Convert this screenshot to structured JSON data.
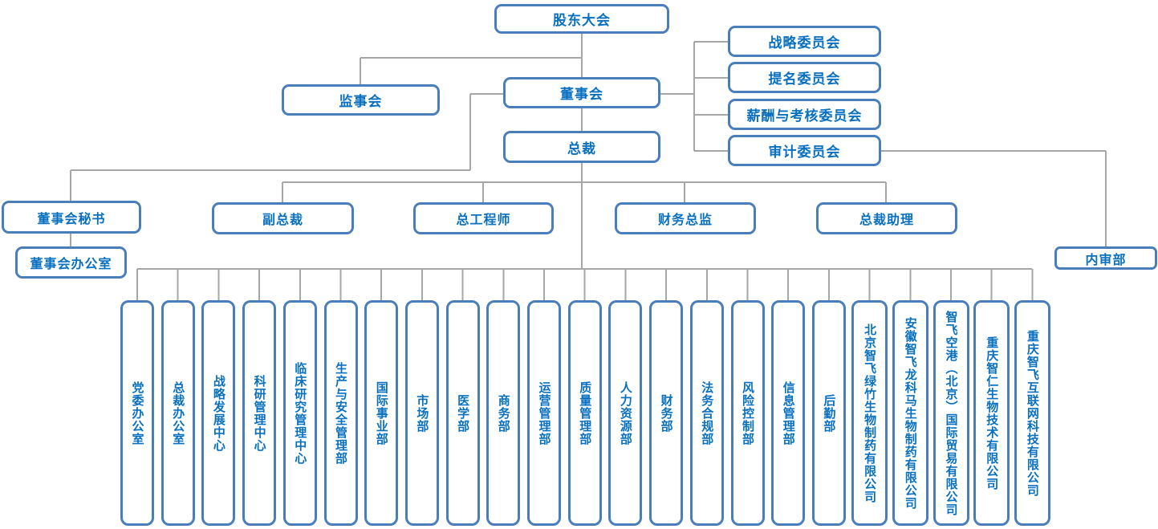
{
  "nodes": {
    "shareholders": "股东大会",
    "supervisory": "监事会",
    "board": "董事会",
    "president": "总裁",
    "committees": [
      "战略委员会",
      "提名委员会",
      "薪酬与考核委员会",
      "审计委员会"
    ],
    "board_secretary": "董事会秘书",
    "board_office": "董事会办公室",
    "vice_president": "副总裁",
    "chief_engineer": "总工程师",
    "cfo": "财务总监",
    "president_assistant": "总裁助理",
    "internal_audit": "内审部",
    "departments": [
      "党委办公室",
      "总裁办公室",
      "战略发展中心",
      "科研管理中心",
      "临床研究管理中心",
      "生产与安全管理部",
      "国际事业部",
      "市场部",
      "医学部",
      "商务部",
      "运营管理部",
      "质量管理部",
      "人力资源部",
      "财务部",
      "法务合规部",
      "风险控制部",
      "信息管理部",
      "后勤部",
      "北京智飞绿竹生物制药有限公司",
      "安徽智飞龙科马生物制药有限公司",
      "智飞空港（北京）国际贸易有限公司",
      "重庆智仁生物技术有限公司",
      "重庆智飞互联网科技有限公司"
    ]
  },
  "colors": {
    "box_border": "#4a7ebb",
    "text": "#0970c0",
    "connector": "#a6a6a6",
    "background": "#ffffff"
  }
}
